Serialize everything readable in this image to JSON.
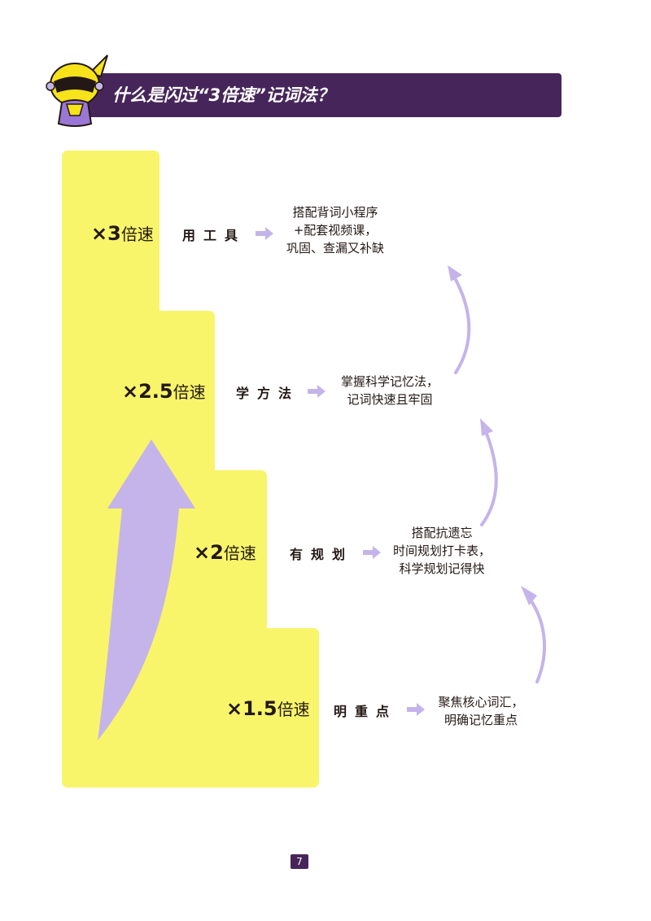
{
  "header": {
    "title": "什么是闪过“3倍速”记词法？"
  },
  "colors": {
    "header_bg": "#46265a",
    "step_fill": "#f8f56a",
    "arrow": "#c5b4ea"
  },
  "levels": [
    {
      "multiplier": "×3",
      "unit": "倍速",
      "method": "用工具",
      "desc_lines": [
        "搭配背词小程序",
        "+配套视频课，",
        "巩固、查漏又补缺"
      ]
    },
    {
      "multiplier": "×2.5",
      "unit": "倍速",
      "method": "学方法",
      "desc_lines": [
        "掌握科学记忆法，",
        "记词快速且牢固"
      ]
    },
    {
      "multiplier": "×2",
      "unit": "倍速",
      "method": "有规划",
      "desc_lines": [
        "搭配抗遗忘",
        "时间规划打卡表，",
        "科学规划记得快"
      ]
    },
    {
      "multiplier": "×1.5",
      "unit": "倍速",
      "method": "明重点",
      "desc_lines": [
        "聚焦核心词汇，",
        "明确记忆重点"
      ]
    }
  ],
  "page_number": "7"
}
